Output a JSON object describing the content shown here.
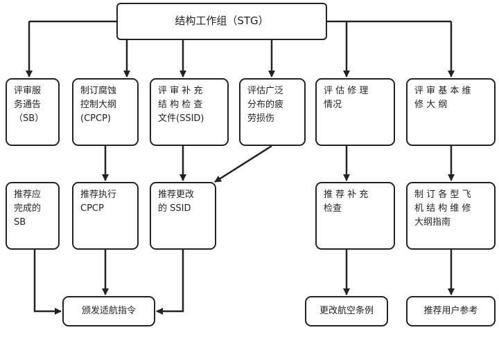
{
  "diagram": {
    "title": "结构工作组（STG）",
    "nodes": {
      "sb_review": "评审服\n务通告\n（SB）",
      "cpcp": "制订腐蚀\n控制大纲\n(CPCP)",
      "ssid": "评 审 补 充\n结 构 检 查\n文件(SSID)",
      "wfd": "评估广泛\n分布的疲\n劳损伤",
      "repair": "评 估 修 理\n情况",
      "msg": "评 审 基 本 维\n修 大 纲",
      "sb_rec": "推荐应\n完成的\nSB",
      "cpcp_rec": "推荐执行\nCPCP",
      "ssid_rec": "推荐更改\n的 SSID",
      "supp": "推 荐 补 充\n检查",
      "guide": "制 订 各 型 飞\n机 结 构 维 修\n大纲指南",
      "ad": "颁发适航指令",
      "far": "更改航空条例",
      "user": "推荐用户参考"
    },
    "colors": {
      "line": "#222222",
      "box_border": "#222222",
      "background": "#ffffff"
    }
  }
}
